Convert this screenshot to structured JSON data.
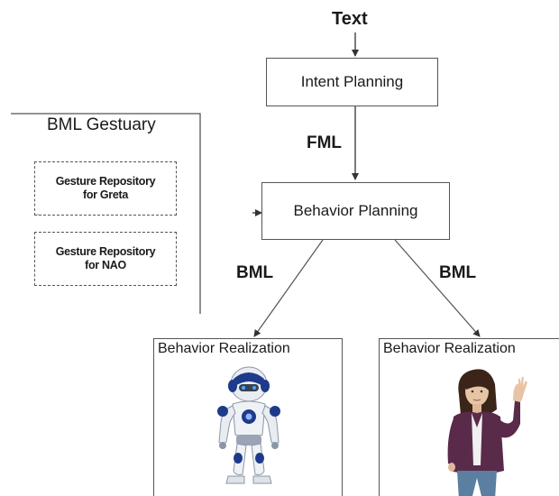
{
  "input": {
    "label": "Text"
  },
  "intent": {
    "label": "Intent Planning"
  },
  "fml": {
    "label": "FML"
  },
  "behavior": {
    "label": "Behavior Planning"
  },
  "gestuary": {
    "title": "BML Gestuary",
    "repos": [
      {
        "line1": "Gesture Repository",
        "line2": "for Greta"
      },
      {
        "line1": "Gesture Repository",
        "line2": "for NAO"
      }
    ]
  },
  "bml_left": {
    "label": "BML"
  },
  "bml_right": {
    "label": "BML"
  },
  "realizations": [
    {
      "title": "Behavior Realization"
    },
    {
      "title": "Behavior Realization"
    }
  ]
}
